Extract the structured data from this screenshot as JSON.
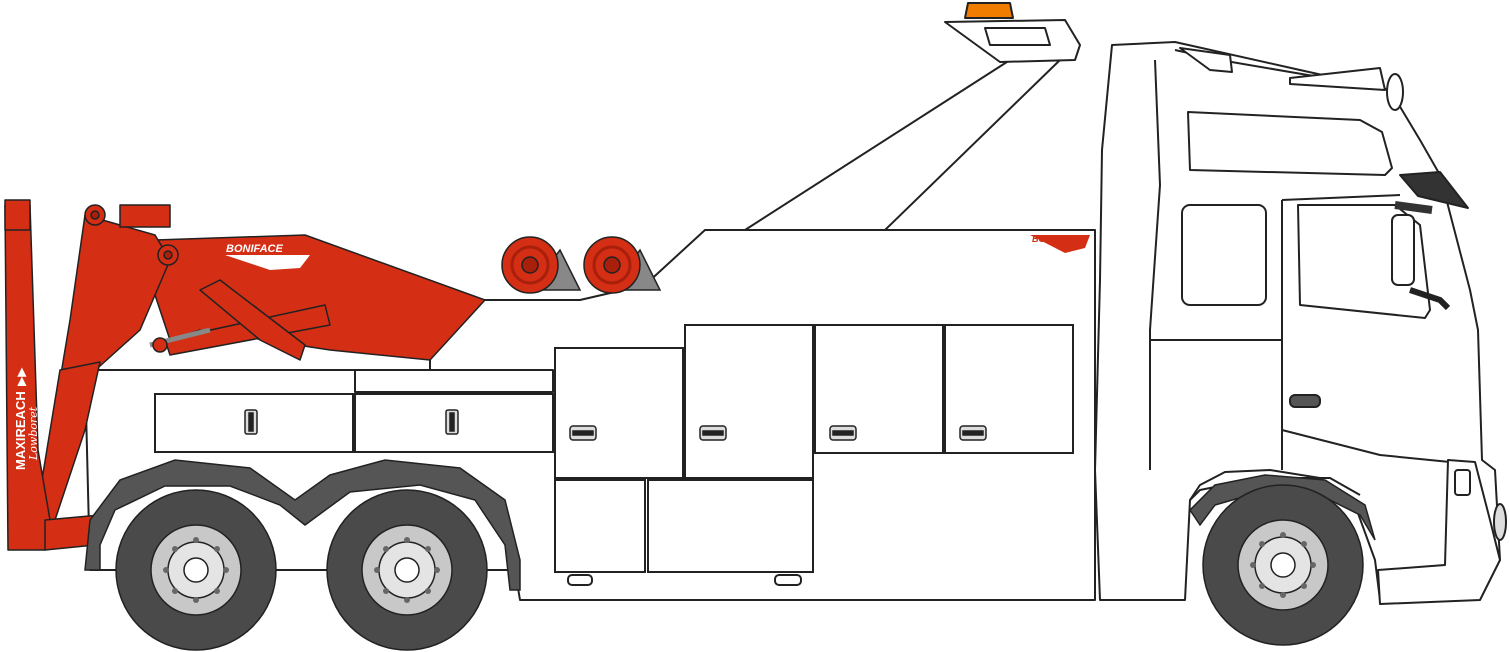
{
  "illustration": {
    "subject": "tow-truck-side-view",
    "colors": {
      "body": "#ffffff",
      "outline": "#222222",
      "crane": "#d42e14",
      "crane_dark": "#a81f0c",
      "tyre": "#4a4a4a",
      "mudguard": "#555555",
      "beacon": "#f07c00",
      "rim": "#c8c8c8"
    }
  },
  "labels": {
    "boom_brand": "BONIFACE",
    "body_brand": "BONIFACE",
    "crane_model": "MAXIREACH",
    "crane_model_sub": "Lowboret"
  },
  "icons": {
    "arrows": "double-right-arrow",
    "beacon": "amber-roof-beacon"
  }
}
